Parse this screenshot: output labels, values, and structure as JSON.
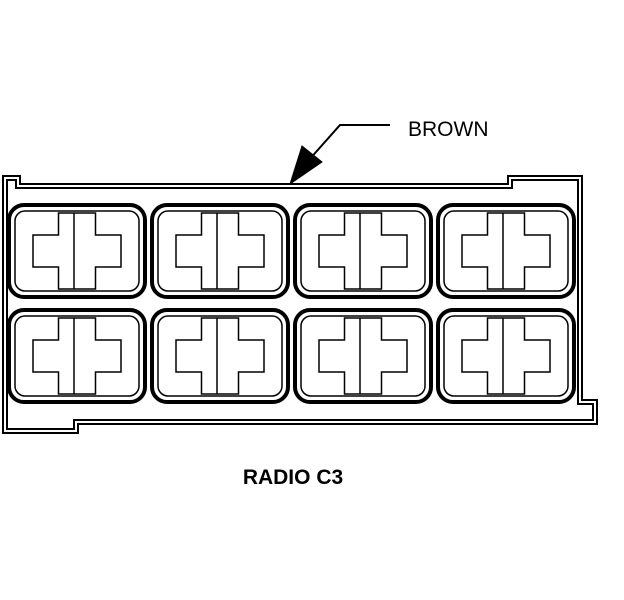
{
  "connector": {
    "color_label": "BROWN",
    "title": "RADIO C3",
    "cavity_rows": 2,
    "cavity_columns": 4
  },
  "colors": {
    "line": "#000000",
    "background": "#ffffff"
  }
}
